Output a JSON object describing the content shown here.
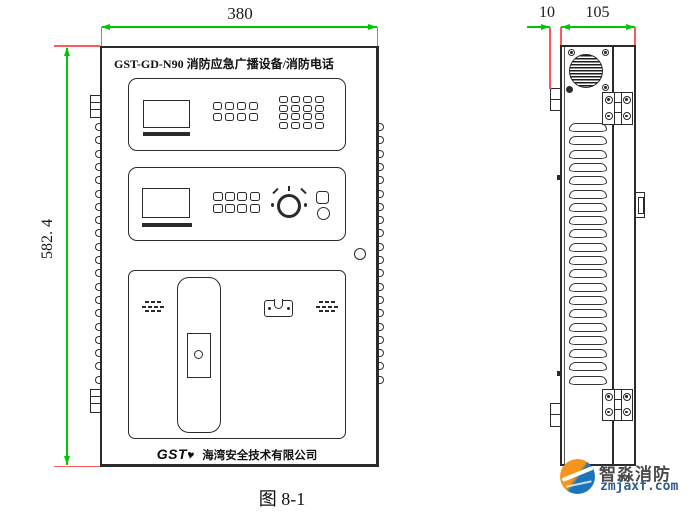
{
  "figure_caption": "图 8-1",
  "front_view": {
    "title": "GST-GD-N90 消防应急广播设备/消防电话",
    "width_dim": "380",
    "height_dim": "582. 4",
    "brand": "GST",
    "brand_mark": "♥",
    "company": "海湾安全技术有限公司",
    "keypads": [
      {
        "id": "kp-top-left",
        "rows": 2,
        "cols": 4,
        "w": 9,
        "h": 8,
        "gx": 3,
        "gy": 2.5
      },
      {
        "id": "kp-top-right",
        "rows": 4,
        "cols": 4,
        "w": 9,
        "h": 7,
        "gx": 3,
        "gy": 1.6
      },
      {
        "id": "kp-mid",
        "rows": 2,
        "cols": 4,
        "w": 10,
        "h": 9,
        "gx": 2.2,
        "gy": 3
      }
    ],
    "edge_louver_count": 20,
    "vent_rows": [
      3,
      4,
      3
    ]
  },
  "side_view": {
    "door_dim": "10",
    "depth_dim": "105",
    "louver_count": 20
  },
  "watermark": {
    "name": "智淼消防",
    "url": "zmjaxf.com"
  },
  "colors": {
    "ink": "#2b2b2b",
    "dim_line": "#00c800",
    "ext_line": "#ff5a5a",
    "wm_orange": "#f7941d",
    "wm_blue": "#1b75bb",
    "wm_text": "#4a4a4a",
    "wm_url": "#2f5e8d"
  }
}
